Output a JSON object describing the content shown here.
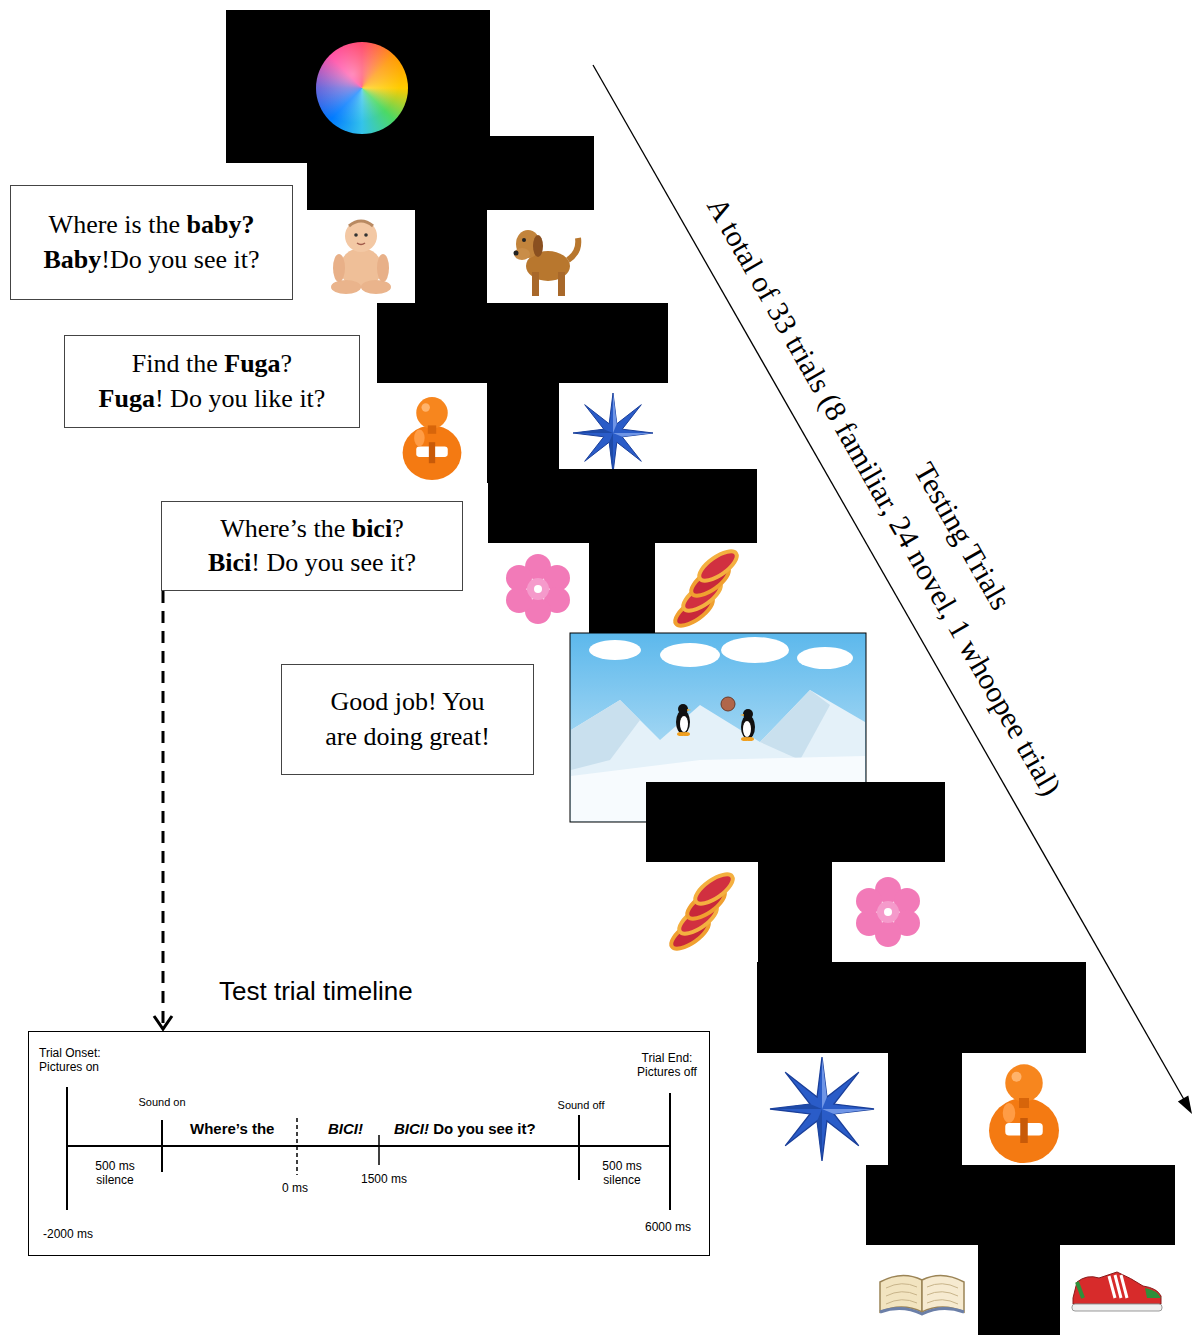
{
  "diagram": {
    "nodes": [
      {
        "text": [
          "Where is the baby? Baby!Do you see it?"
        ]
      },
      {
        "text": [
          "Find the Fuga? Fuga! Do you like it?"
        ]
      },
      {
        "text": [
          "Where’s the bici? Bici! Do you see it?"
        ]
      },
      {
        "text": [
          "Good job! You are doing great!"
        ]
      },
      {
        "text": [
          "Test trial timeline",
          "Trial Onset: Pictures on",
          "Sound on",
          "Where’s the",
          "BICI!",
          "BICI! Do you see it?",
          "Sound off",
          "Trial End: Pictures off",
          "500 ms silence",
          "0 ms",
          "1500 ms",
          "500 ms silence",
          "-2000 ms",
          "6000 ms"
        ]
      }
    ],
    "edges": [
      {
        "from": 2,
        "to": 4,
        "arrow": "to"
      }
    ],
    "labels": [
      "Testing Trials",
      "A total of 33 trials (8 familiar, 24 novel, 1 whoopee trial)"
    ]
  }
}
